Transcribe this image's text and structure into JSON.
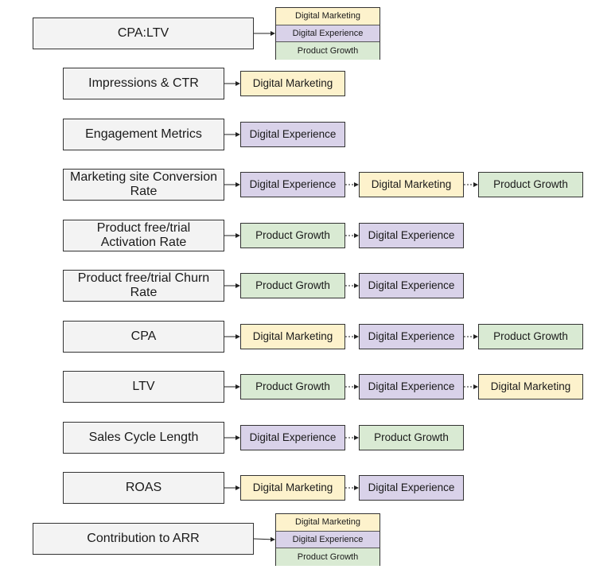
{
  "colors": {
    "Digital Marketing": "#fdf2cc",
    "Digital Experience": "#d9d2e9",
    "Product Growth": "#d9ead3"
  },
  "rows": [
    {
      "metric": "CPA:LTV",
      "layout": "stack",
      "teams": [
        "Digital Marketing",
        "Digital Experience",
        "Product Growth"
      ]
    },
    {
      "metric": "Impressions & CTR",
      "layout": "chain",
      "teams": [
        "Digital Marketing"
      ]
    },
    {
      "metric": "Engagement Metrics",
      "layout": "chain",
      "teams": [
        "Digital Experience"
      ]
    },
    {
      "metric": "Marketing site Conversion Rate",
      "layout": "chain",
      "teams": [
        "Digital Experience",
        "Digital Marketing",
        "Product Growth"
      ]
    },
    {
      "metric": "Product free/trial Activation Rate",
      "layout": "chain",
      "teams": [
        "Product Growth",
        "Digital Experience"
      ]
    },
    {
      "metric": "Product free/trial Churn Rate",
      "layout": "chain",
      "teams": [
        "Product Growth",
        "Digital Experience"
      ]
    },
    {
      "metric": "CPA",
      "layout": "chain",
      "teams": [
        "Digital Marketing",
        "Digital Experience",
        "Product Growth"
      ]
    },
    {
      "metric": "LTV",
      "layout": "chain",
      "teams": [
        "Product Growth",
        "Digital Experience",
        "Digital Marketing"
      ]
    },
    {
      "metric": "Sales Cycle Length",
      "layout": "chain",
      "teams": [
        "Digital Experience",
        "Product Growth"
      ]
    },
    {
      "metric": "ROAS",
      "layout": "chain",
      "teams": [
        "Digital Marketing",
        "Digital Experience"
      ]
    },
    {
      "metric": "Contribution to ARR",
      "layout": "stack",
      "teams": [
        "Digital Marketing",
        "Digital Experience",
        "Product Growth"
      ]
    }
  ]
}
